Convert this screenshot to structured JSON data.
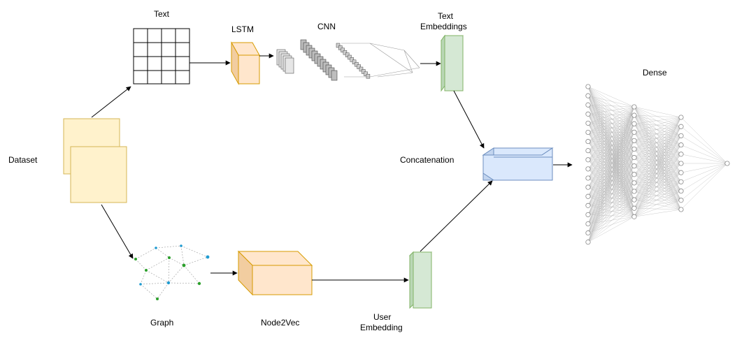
{
  "labels": {
    "text": "Text",
    "lstm": "LSTM",
    "cnn": "CNN",
    "text_embeddings_line1": "Text",
    "text_embeddings_line2": "Embeddings",
    "dense": "Dense",
    "dataset": "Dataset",
    "concatenation": "Concatenation",
    "graph": "Graph",
    "node2vec": "Node2Vec",
    "user_embedding_line1": "User",
    "user_embedding_line2": "Embedding"
  },
  "colors": {
    "dataset_fill": "#fff2cc",
    "dataset_stroke": "#d6b656",
    "lstm_fill": "#ffe6cc",
    "lstm_stroke": "#d79b00",
    "embedding_fill": "#d5e8d4",
    "embedding_stroke": "#82b366",
    "concat_fill": "#dae8fc",
    "concat_stroke": "#6c8ebf",
    "graph_node_green": "#2ca02c",
    "graph_node_blue": "#1f9bd1"
  },
  "dense_layers": {
    "node_counts": [
      18,
      14,
      11,
      1
    ]
  }
}
